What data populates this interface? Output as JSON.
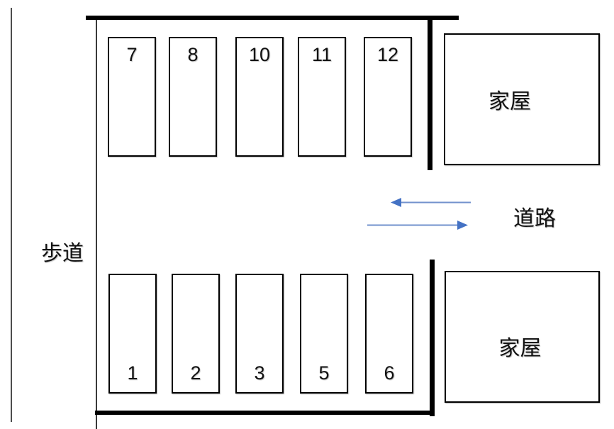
{
  "labels": {
    "sidewalk": "歩道",
    "road": "道路",
    "house_top": "家屋",
    "house_bottom": "家屋"
  },
  "parking": {
    "top_row": [
      "7",
      "8",
      "10",
      "11",
      "12"
    ],
    "bottom_row": [
      "1",
      "2",
      "3",
      "5",
      "6"
    ]
  },
  "colors": {
    "arrow_head": "#4472c4",
    "arrow_line": "#7291cd",
    "wall": "#000000"
  }
}
